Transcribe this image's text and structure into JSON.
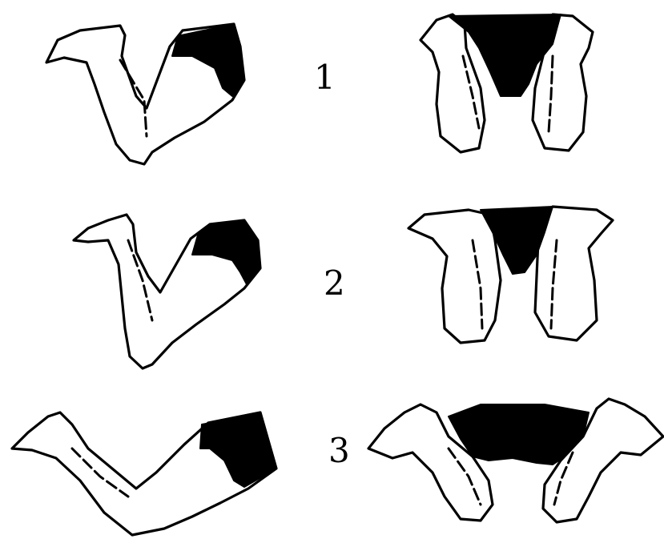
{
  "figure": {
    "rows": [
      {
        "label": "1"
      },
      {
        "label": "2"
      },
      {
        "label": "3"
      }
    ]
  },
  "colors": {
    "ink": "#000000",
    "paper": "#ffffff"
  }
}
